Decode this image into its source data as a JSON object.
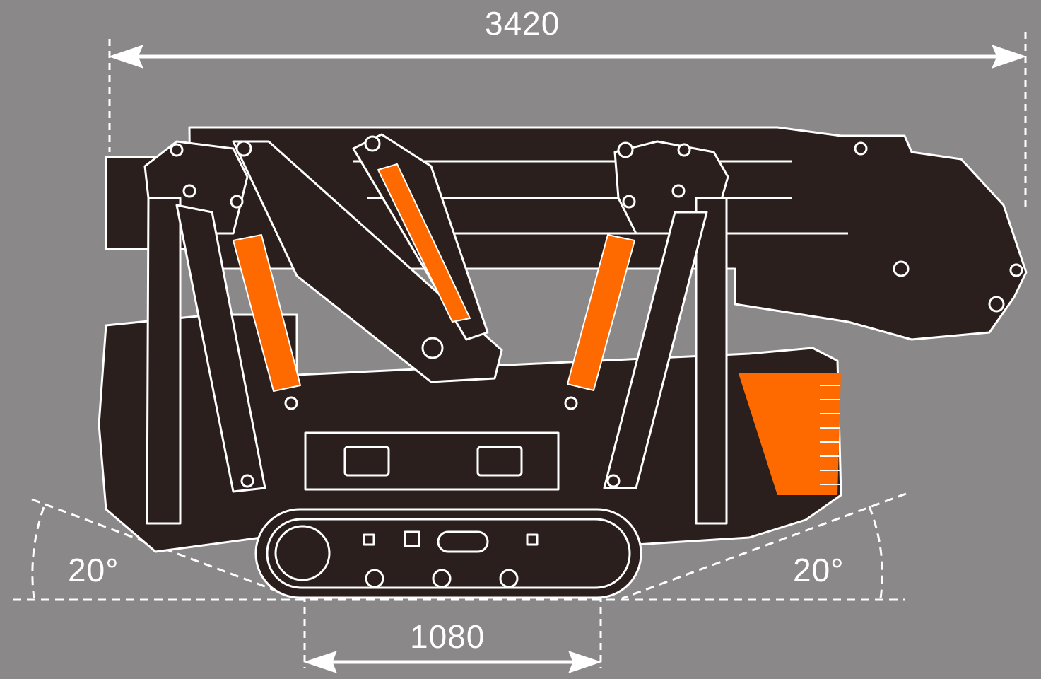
{
  "dimensions": {
    "overall_length": "3420",
    "track_width": "1080"
  },
  "angles": {
    "rear_approach": "20°",
    "front_approach": "20°"
  },
  "colors": {
    "background": "#8a8888",
    "machine_body": "#2b1f1d",
    "outline": "#ffffff",
    "cylinder_accent": "#ff6a00"
  }
}
